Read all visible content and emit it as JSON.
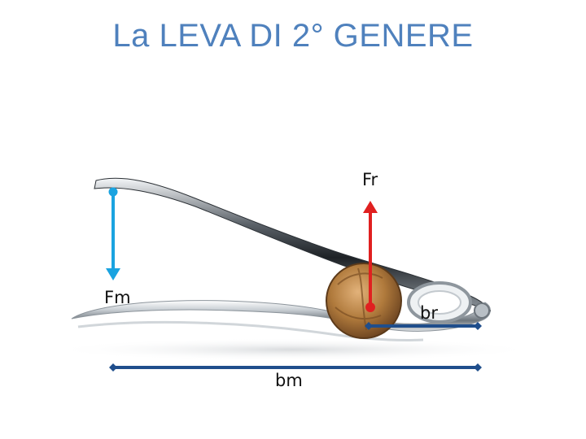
{
  "slide": {
    "title": "La LEVA DI 2° GENERE"
  },
  "labels": {
    "force_resistance": "Fr",
    "force_motive": "Fm",
    "arm_resistance": "br",
    "arm_motive": "bm"
  },
  "colors": {
    "title": "#4f81bd",
    "force_motive_arrow": "#1aa3e0",
    "force_resistance_arrow": "#e02020",
    "lever_arms": "#1f4e8c",
    "nutcracker_metal": "#9aa3ab",
    "nut_shell": "#b07a3c"
  }
}
